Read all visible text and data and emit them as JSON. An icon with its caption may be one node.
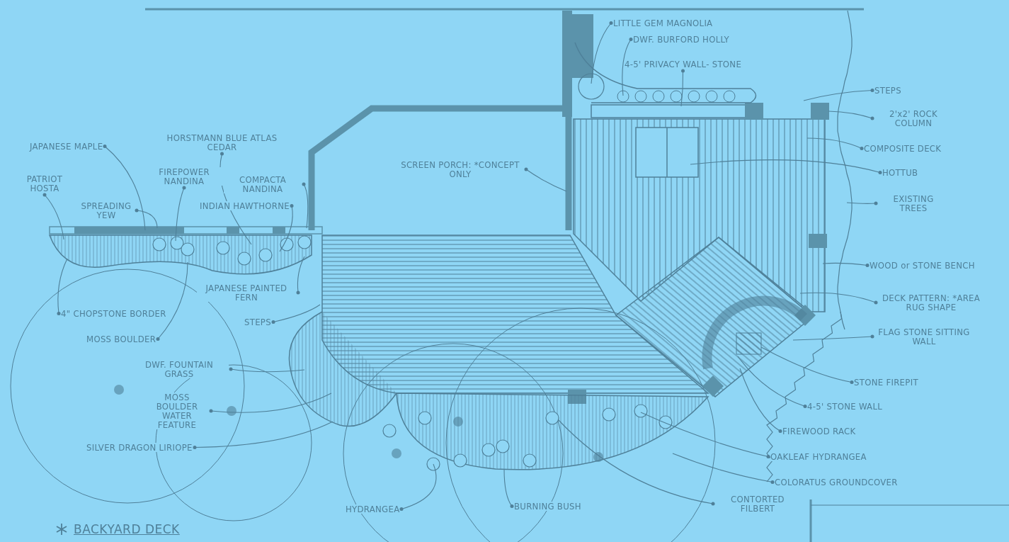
{
  "diagram": {
    "title": "BACKYARD DECK",
    "nodes": [
      {
        "text": [
          "LITTLE GEM MAGNOLIA"
        ]
      },
      {
        "text": [
          "DWF. BURFORD HOLLY"
        ]
      },
      {
        "text": [
          "4-5' PRIVACY WALL- STONE"
        ]
      },
      {
        "text": [
          "STEPS"
        ]
      },
      {
        "text": [
          "2'x2' ROCK COLUMN"
        ]
      },
      {
        "text": [
          "COMPOSITE DECK"
        ]
      },
      {
        "text": [
          "HOTTUB"
        ]
      },
      {
        "text": [
          "EXISTING TREES"
        ]
      },
      {
        "text": [
          "WOOD or STONE BENCH"
        ]
      },
      {
        "text": [
          "DECK PATTERN: *AREA RUG SHAPE"
        ]
      },
      {
        "text": [
          "FLAG STONE SITTING WALL"
        ]
      },
      {
        "text": [
          "STONE FIREPIT"
        ]
      },
      {
        "text": [
          "4-5' STONE WALL"
        ]
      },
      {
        "text": [
          "FIREWOOD RACK"
        ]
      },
      {
        "text": [
          "OAKLEAF HYDRANGEA"
        ]
      },
      {
        "text": [
          "COLORATUS GROUNDCOVER"
        ]
      },
      {
        "text": [
          "CONTORTED FILBERT"
        ]
      },
      {
        "text": [
          "BURNING BUSH"
        ]
      },
      {
        "text": [
          "HYDRANGEA"
        ]
      },
      {
        "text": [
          "SILVER DRAGON LIRIOPE"
        ]
      },
      {
        "text": [
          "MOSS BOULDER WATER FEATURE"
        ]
      },
      {
        "text": [
          "DWF. FOUNTAIN GRASS"
        ]
      },
      {
        "text": [
          "MOSS BOULDER"
        ]
      },
      {
        "text": [
          "4\" CHOPSTONE BORDER"
        ]
      },
      {
        "text": [
          "STEPS"
        ]
      },
      {
        "text": [
          "JAPANESE PAINTED FERN"
        ]
      },
      {
        "text": [
          "INDIAN HAWTHORNE"
        ]
      },
      {
        "text": [
          "COMPACTA NANDINA"
        ]
      },
      {
        "text": [
          "FIREPOWER NANDINA"
        ]
      },
      {
        "text": [
          "HORSTMANN BLUE ATLAS CEDAR"
        ]
      },
      {
        "text": [
          "JAPANESE MAPLE"
        ]
      },
      {
        "text": [
          "PATRIOT HOSTA"
        ]
      },
      {
        "text": [
          "SPREADING YEW"
        ]
      },
      {
        "text": [
          "SCREEN PORCH: *CONCEPT ONLY"
        ]
      }
    ],
    "edges": [
      {
        "from": 0,
        "to": null,
        "arrow": "other"
      },
      {
        "from": 1,
        "to": null,
        "arrow": "other"
      },
      {
        "from": 2,
        "to": null,
        "arrow": "other"
      },
      {
        "from": 3,
        "to": null,
        "arrow": "other"
      },
      {
        "from": 4,
        "to": null,
        "arrow": "other"
      },
      {
        "from": 5,
        "to": null,
        "arrow": "other"
      },
      {
        "from": 6,
        "to": null,
        "arrow": "other"
      },
      {
        "from": 7,
        "to": null,
        "arrow": "other"
      },
      {
        "from": 8,
        "to": null,
        "arrow": "other"
      },
      {
        "from": 9,
        "to": null,
        "arrow": "other"
      },
      {
        "from": 10,
        "to": null,
        "arrow": "other"
      },
      {
        "from": 11,
        "to": null,
        "arrow": "other"
      },
      {
        "from": 12,
        "to": null,
        "arrow": "other"
      },
      {
        "from": 13,
        "to": null,
        "arrow": "other"
      },
      {
        "from": 14,
        "to": null,
        "arrow": "other"
      },
      {
        "from": 15,
        "to": null,
        "arrow": "other"
      },
      {
        "from": 16,
        "to": null,
        "arrow": "other"
      },
      {
        "from": 17,
        "to": null,
        "arrow": "other"
      },
      {
        "from": 18,
        "to": null,
        "arrow": "other"
      },
      {
        "from": 19,
        "to": null,
        "arrow": "other"
      },
      {
        "from": 20,
        "to": null,
        "arrow": "other"
      },
      {
        "from": 21,
        "to": null,
        "arrow": "other"
      },
      {
        "from": 22,
        "to": null,
        "arrow": "other"
      },
      {
        "from": 23,
        "to": null,
        "arrow": "other"
      },
      {
        "from": 24,
        "to": null,
        "arrow": "other"
      },
      {
        "from": 25,
        "to": null,
        "arrow": "other"
      },
      {
        "from": 26,
        "to": null,
        "arrow": "other"
      },
      {
        "from": 27,
        "to": null,
        "arrow": "other"
      },
      {
        "from": 28,
        "to": null,
        "arrow": "other"
      },
      {
        "from": 29,
        "to": null,
        "arrow": "other"
      },
      {
        "from": 30,
        "to": null,
        "arrow": "other"
      },
      {
        "from": 31,
        "to": null,
        "arrow": "other"
      },
      {
        "from": 32,
        "to": null,
        "arrow": "other"
      },
      {
        "from": 33,
        "to": null,
        "arrow": "other"
      }
    ]
  }
}
